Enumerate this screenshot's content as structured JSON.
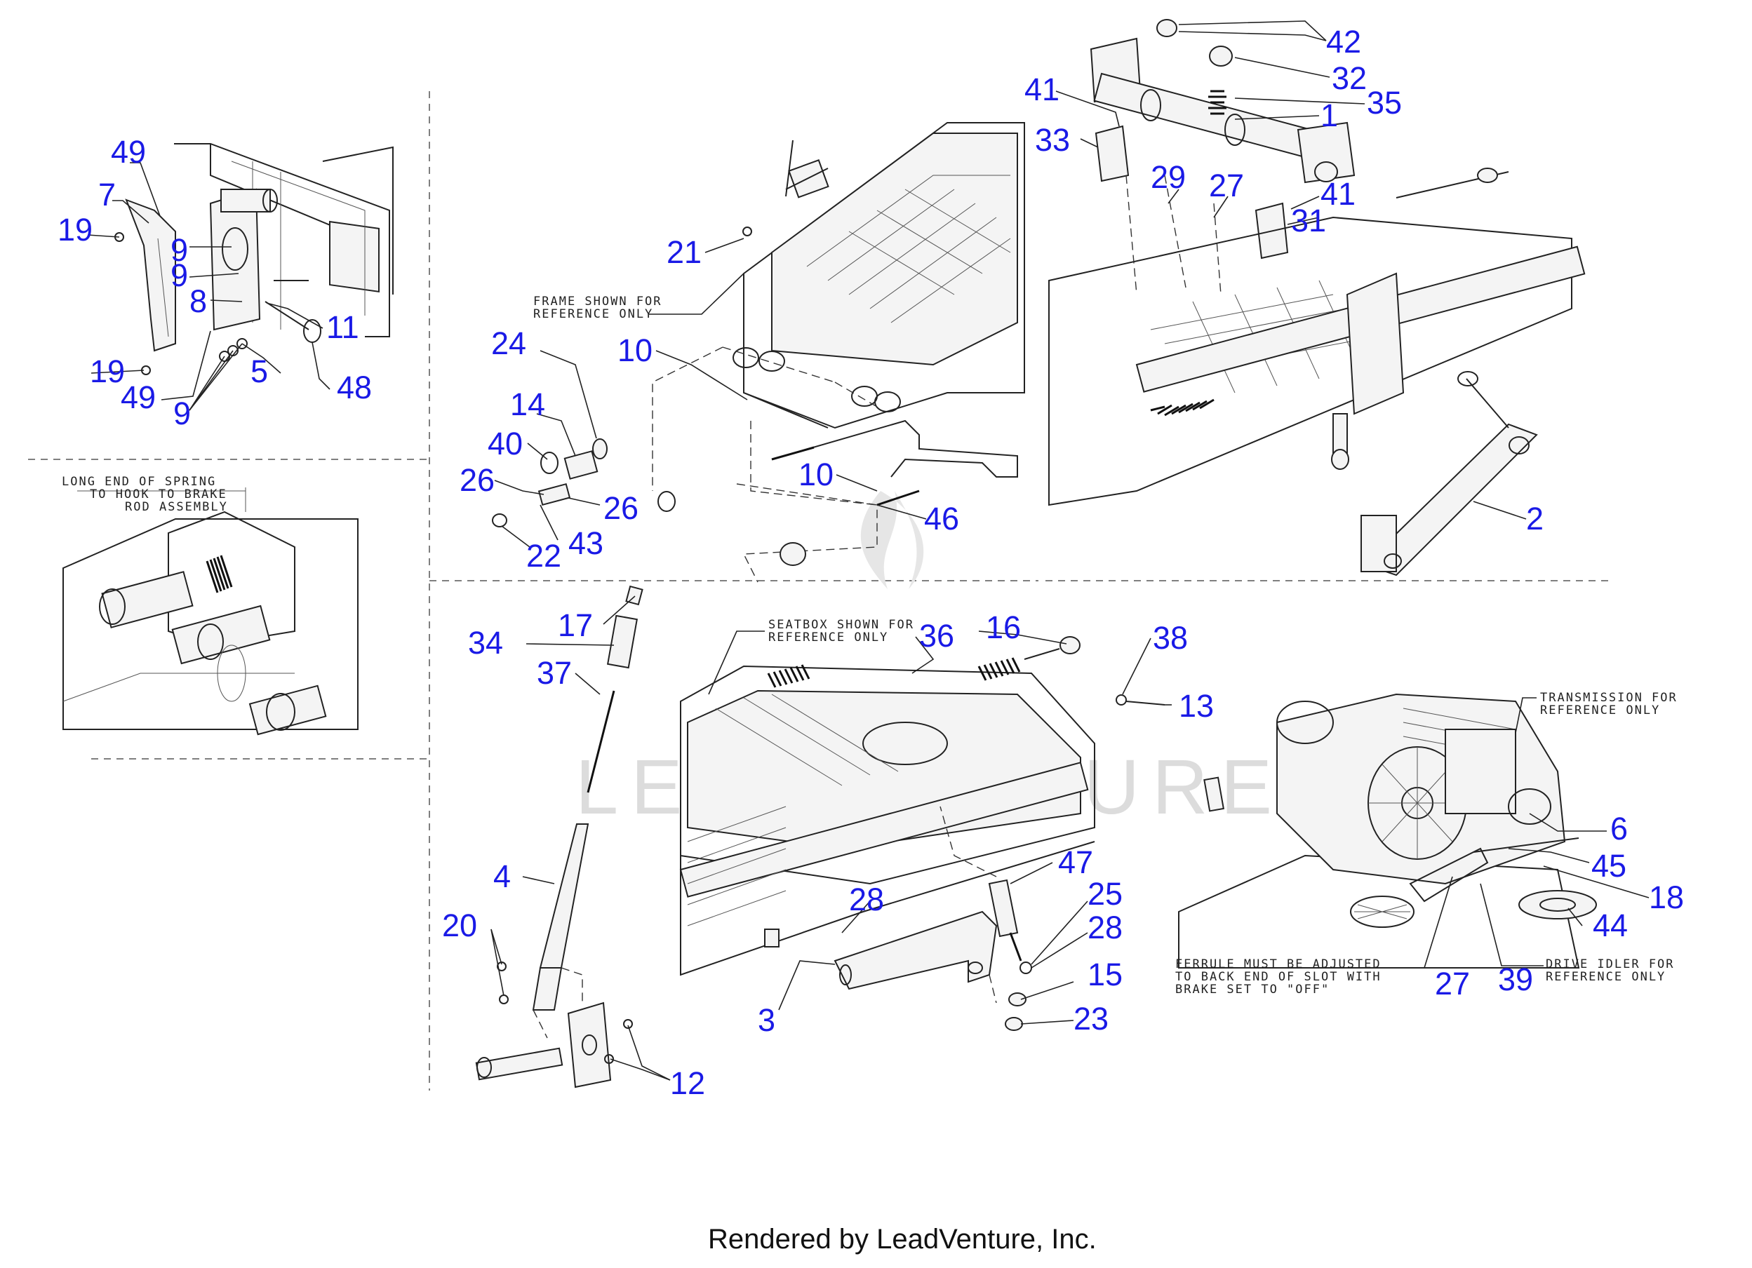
{
  "footer": "Rendered by LeadVenture, Inc.",
  "watermark": "LEADVENTURE",
  "notes": {
    "frame_ref": [
      "FRAME SHOWN FOR",
      "REFERENCE ONLY"
    ],
    "spring_note": [
      "LONG END OF SPRING",
      "TO HOOK TO BRAKE",
      "ROD ASSEMBLY"
    ],
    "seatbox_ref": [
      "SEATBOX SHOWN FOR",
      "REFERENCE ONLY"
    ],
    "transmission_ref": [
      "TRANSMISSION FOR",
      "REFERENCE ONLY"
    ],
    "ferrule_note": [
      "FERRULE MUST BE ADJUSTED",
      "TO BACK END OF SLOT WITH",
      "BRAKE SET TO \"OFF\""
    ],
    "idler_ref": [
      "DRIVE IDLER FOR",
      "REFERENCE ONLY"
    ]
  },
  "callouts": [
    {
      "label": "49",
      "panel": "top-left"
    },
    {
      "label": "7",
      "panel": "top-left"
    },
    {
      "label": "19",
      "panel": "top-left"
    },
    {
      "label": "9",
      "panel": "top-left"
    },
    {
      "label": "9",
      "panel": "top-left"
    },
    {
      "label": "8",
      "panel": "top-left"
    },
    {
      "label": "11",
      "panel": "top-left"
    },
    {
      "label": "5",
      "panel": "top-left"
    },
    {
      "label": "48",
      "panel": "top-left"
    },
    {
      "label": "19",
      "panel": "top-left"
    },
    {
      "label": "49",
      "panel": "top-left"
    },
    {
      "label": "9",
      "panel": "top-left"
    },
    {
      "label": "21",
      "panel": "top-center"
    },
    {
      "label": "24",
      "panel": "top-center"
    },
    {
      "label": "10",
      "panel": "top-center"
    },
    {
      "label": "14",
      "panel": "top-center"
    },
    {
      "label": "40",
      "panel": "top-center"
    },
    {
      "label": "26",
      "panel": "top-center"
    },
    {
      "label": "10",
      "panel": "top-center"
    },
    {
      "label": "26",
      "panel": "top-center"
    },
    {
      "label": "46",
      "panel": "top-center"
    },
    {
      "label": "43",
      "panel": "top-center"
    },
    {
      "label": "22",
      "panel": "top-center"
    },
    {
      "label": "42",
      "panel": "top-right"
    },
    {
      "label": "41",
      "panel": "top-right"
    },
    {
      "label": "32",
      "panel": "top-right"
    },
    {
      "label": "35",
      "panel": "top-right"
    },
    {
      "label": "1",
      "panel": "top-right"
    },
    {
      "label": "33",
      "panel": "top-right"
    },
    {
      "label": "29",
      "panel": "top-right"
    },
    {
      "label": "27",
      "panel": "top-right"
    },
    {
      "label": "41",
      "panel": "top-right"
    },
    {
      "label": "31",
      "panel": "top-right"
    },
    {
      "label": "2",
      "panel": "top-right"
    },
    {
      "label": "17",
      "panel": "bottom-left"
    },
    {
      "label": "34",
      "panel": "bottom-left"
    },
    {
      "label": "37",
      "panel": "bottom-left"
    },
    {
      "label": "4",
      "panel": "bottom-left"
    },
    {
      "label": "20",
      "panel": "bottom-left"
    },
    {
      "label": "12",
      "panel": "bottom-left"
    },
    {
      "label": "16",
      "panel": "bottom-center"
    },
    {
      "label": "36",
      "panel": "bottom-center"
    },
    {
      "label": "38",
      "panel": "bottom-center"
    },
    {
      "label": "13",
      "panel": "bottom-center"
    },
    {
      "label": "47",
      "panel": "bottom-center"
    },
    {
      "label": "28",
      "panel": "bottom-center"
    },
    {
      "label": "25",
      "panel": "bottom-center"
    },
    {
      "label": "28",
      "panel": "bottom-center"
    },
    {
      "label": "15",
      "panel": "bottom-center"
    },
    {
      "label": "23",
      "panel": "bottom-center"
    },
    {
      "label": "3",
      "panel": "bottom-center"
    },
    {
      "label": "6",
      "panel": "bottom-right"
    },
    {
      "label": "45",
      "panel": "bottom-right"
    },
    {
      "label": "18",
      "panel": "bottom-right"
    },
    {
      "label": "44",
      "panel": "bottom-right"
    },
    {
      "label": "27",
      "panel": "bottom-right"
    },
    {
      "label": "39",
      "panel": "bottom-right"
    }
  ]
}
